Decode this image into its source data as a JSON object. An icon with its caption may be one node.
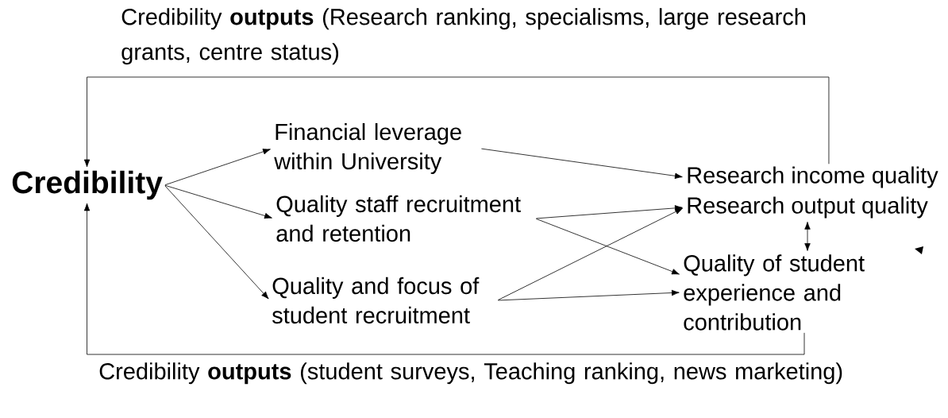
{
  "diagram": {
    "nodes": [
      {
        "text": [
          "Credibility"
        ]
      },
      {
        "text": [
          "Financial leverage within University"
        ]
      },
      {
        "text": [
          "Quality staff recruitment and retention"
        ]
      },
      {
        "text": [
          "Quality and focus of student recruitment"
        ]
      },
      {
        "text": [
          "Research income quality"
        ]
      },
      {
        "text": [
          "Research output quality"
        ]
      },
      {
        "text": [
          "Quality of student experience and contribution"
        ]
      }
    ],
    "edges": [
      {
        "from": 0,
        "to": 1,
        "arrow": "to"
      },
      {
        "from": 0,
        "to": 2,
        "arrow": "to"
      },
      {
        "from": 0,
        "to": 3,
        "arrow": "to"
      },
      {
        "from": 1,
        "to": 4,
        "arrow": "to"
      },
      {
        "from": 2,
        "to": 5,
        "arrow": "to"
      },
      {
        "from": 2,
        "to": 6,
        "arrow": "to"
      },
      {
        "from": 3,
        "to": 5,
        "arrow": "to"
      },
      {
        "from": 3,
        "to": 6,
        "arrow": "to"
      },
      {
        "from": 5,
        "to": 6,
        "arrow": "both"
      },
      {
        "from": 4,
        "to": 0,
        "arrow": "to"
      },
      {
        "from": 6,
        "to": 0,
        "arrow": "to"
      }
    ],
    "labels": [
      "Credibility **outputs** (Research ranking, specialisms, large research grants, centre status)",
      "Credibility **outputs** (student surveys, Teaching ranking, news marketing)"
    ]
  }
}
